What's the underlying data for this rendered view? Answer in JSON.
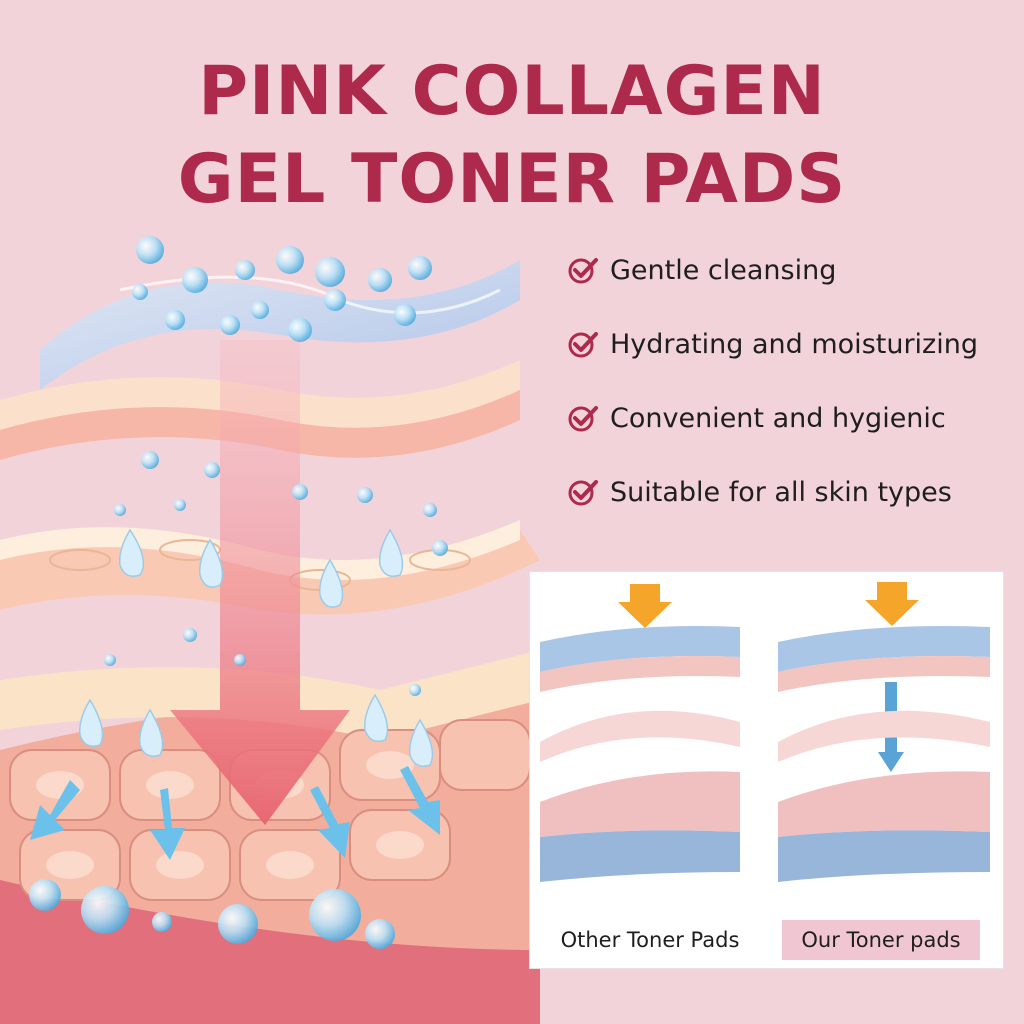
{
  "title": {
    "line1": "PINK COLLAGEN",
    "line2": "GEL TONER PADS"
  },
  "benefits": [
    "Gentle cleansing",
    "Hydrating and moisturizing",
    "Convenient and hygienic",
    "Suitable for all skin types"
  ],
  "comparison": {
    "left_label": "Other Toner Pads",
    "right_label": "Our Toner pads"
  },
  "colors": {
    "title": "#ad2a4c",
    "background": "#f3d3da",
    "check": "#ad2a4c",
    "highlight": "#f0c6d2"
  },
  "icons": {
    "benefit_icon": "check-circle-icon"
  }
}
